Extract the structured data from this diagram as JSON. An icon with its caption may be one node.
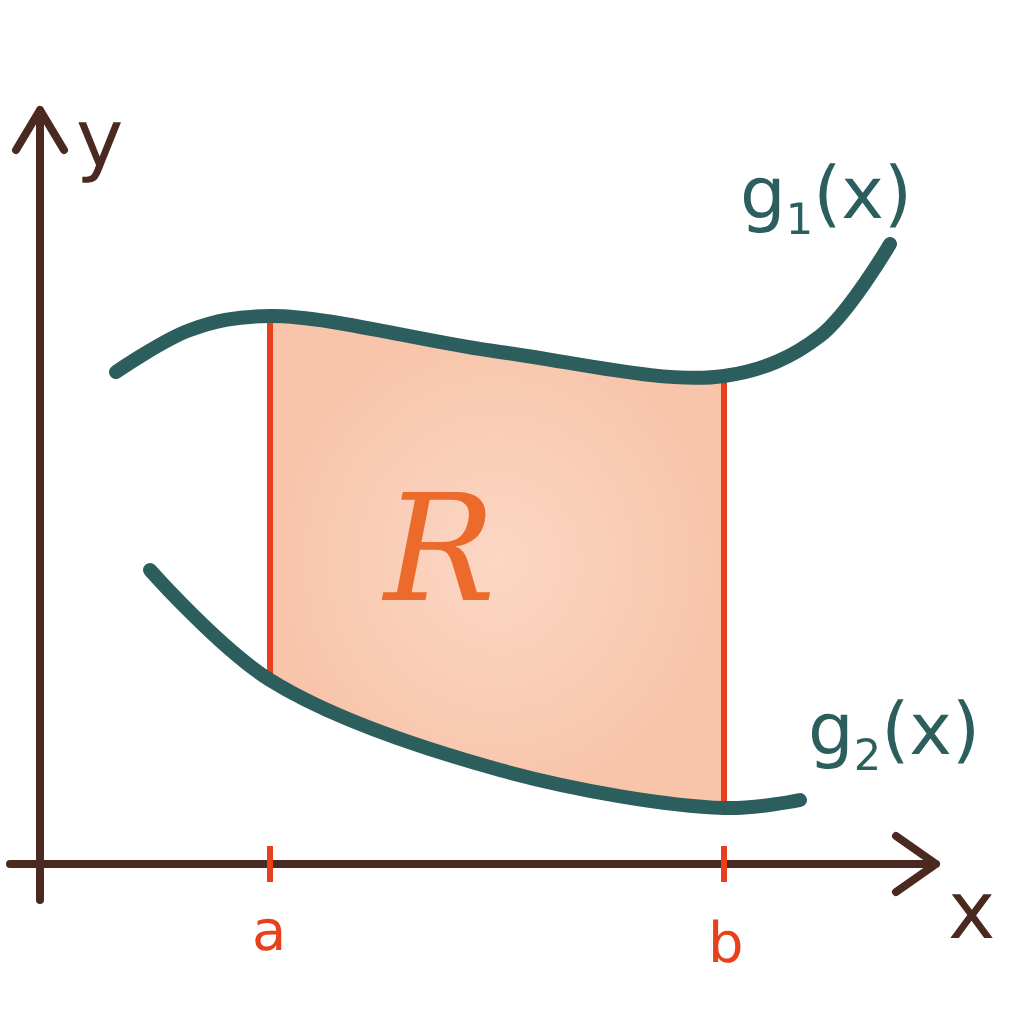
{
  "diagram": {
    "nodes": [
      {
        "text": [
          "R"
        ]
      }
    ],
    "labels": [
      "y",
      "g$_{1}$(x)",
      "g$_{2}$(x)",
      "x",
      "a",
      "b"
    ]
  }
}
